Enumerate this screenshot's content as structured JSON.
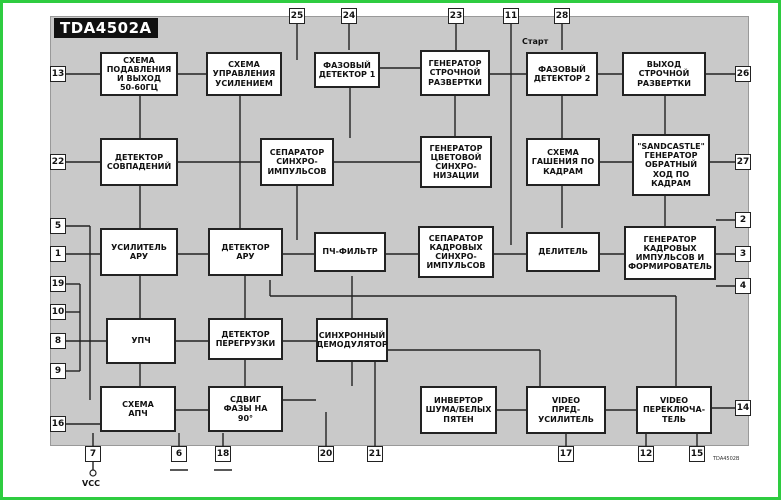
{
  "chip_title": "TDA4502A",
  "start_label": "Старт",
  "vcc_label": "VCC",
  "drawing_code": "TDA4502B",
  "blocks": {
    "blank_50hz": "СХЕМА\nПОДАВЛЕНИЯ\nИ ВЫХОД\n50-60Гц",
    "gain_control": "СХЕМА\nУПРАВЛЕНИЯ\nУСИЛЕНИЕМ",
    "phase_det1": "ФАЗОВЫЙ\nДЕТЕКТОР 1",
    "line_gen": "ГЕНЕРАТОР\nСТРОЧНОЙ\nРАЗВЕРТКИ",
    "phase_det2": "ФАЗОВЫЙ\nДЕТЕКТОР 2",
    "line_out": "ВЫХОД\nСТРОЧНОЙ\nРАЗВЕРТКИ",
    "coincidence": "ДЕТЕКТОР\nСОВПАДЕНИЙ",
    "sync_sep": "СЕПАРАТОР\nСИНХРО-\nИМПУЛЬСОВ",
    "color_sync_gen": "ГЕНЕРАТОР\nЦВЕТОВОЙ\nСИНХРО-\nНИЗАЦИИ",
    "field_blank": "СХЕМА\nГАШЕНИЯ ПО\nКАДРАМ",
    "sandcastle": "\"SANDCASTLE\"\nГЕНЕРАТОР\nОБРАТНЫЙ\nХОД ПО\nКАДРАМ",
    "agc_amp": "УСИЛИТЕЛЬ\nАРУ",
    "agc_det": "ДЕТЕКТОР\nАРУ",
    "if_filter": "ПЧ-ФИЛЬТР",
    "field_sync_sep": "СЕПАРАТОР\nКАДРОВЫХ\nСИНХРО-\nИМПУЛЬСОВ",
    "divider": "ДЕЛИТЕЛЬ",
    "field_gen": "ГЕНЕРАТОР\nКАДРОВЫХ\nИМПУЛЬСОВ И\nФОРМИРОВАТЕЛЬ",
    "if_amp": "УПЧ",
    "overload_det": "ДЕТЕКТОР\nПЕРЕГРУЗКИ",
    "sync_demod": "СИНХРОННЫЙ\nДЕМОДУЛЯТОР",
    "afc": "СХЕМА\nАПЧ",
    "phase_shift": "СДВИГ\nФАЗЫ НА\n90°",
    "noise_inv": "ИНВЕРТОР\nШУМА/БЕЛЫХ\nПЯТЕН",
    "video_preamp": "VIDEO\nПРЕД-\nУСИЛИТЕЛЬ",
    "video_switch": "VIDEO\nПЕРЕКЛЮЧА-\nТЕЛЬ"
  },
  "pins": {
    "p1": "1",
    "p2": "2",
    "p3": "3",
    "p4": "4",
    "p5": "5",
    "p6": "6",
    "p7": "7",
    "p8": "8",
    "p9": "9",
    "p10": "10",
    "p11": "11",
    "p12": "12",
    "p13": "13",
    "p14": "14",
    "p15": "15",
    "p16": "16",
    "p17": "17",
    "p18": "18",
    "p19": "19",
    "p20": "20",
    "p21": "21",
    "p22": "22",
    "p23": "23",
    "p24": "24",
    "p25": "25",
    "p26": "26",
    "p27": "27",
    "p28": "28"
  }
}
